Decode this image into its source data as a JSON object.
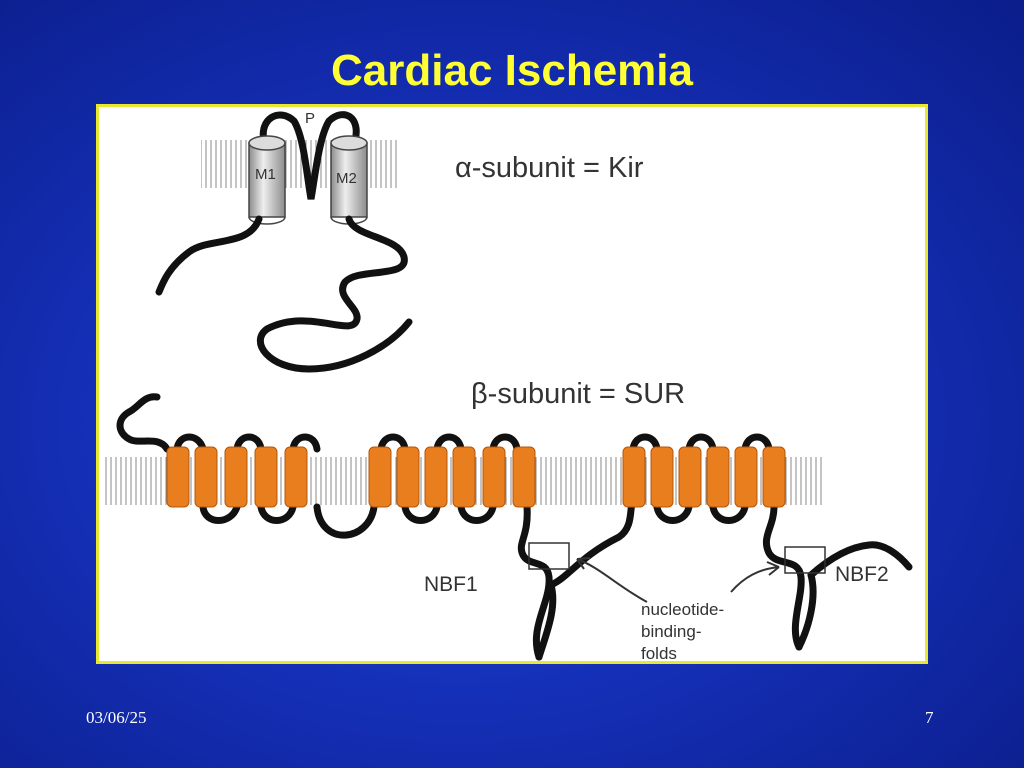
{
  "slide": {
    "title": "Cardiac Ischemia",
    "date": "03/06/25",
    "page_number": "7"
  },
  "diagram": {
    "alpha_label": "α-subunit = Kir",
    "beta_label": "β-subunit = SUR",
    "m1_label": "M1",
    "m2_label": "M2",
    "p_label": "P",
    "nbf1_label": "NBF1",
    "nbf2_label": "NBF2",
    "annotation_lines": [
      "nucleotide-",
      "binding-",
      "folds"
    ],
    "colors": {
      "helix_orange": "#e87e1e",
      "helix_gray": "#c8c8c8",
      "border_yellow": "#e8e830",
      "title_yellow": "#ffff33"
    }
  }
}
